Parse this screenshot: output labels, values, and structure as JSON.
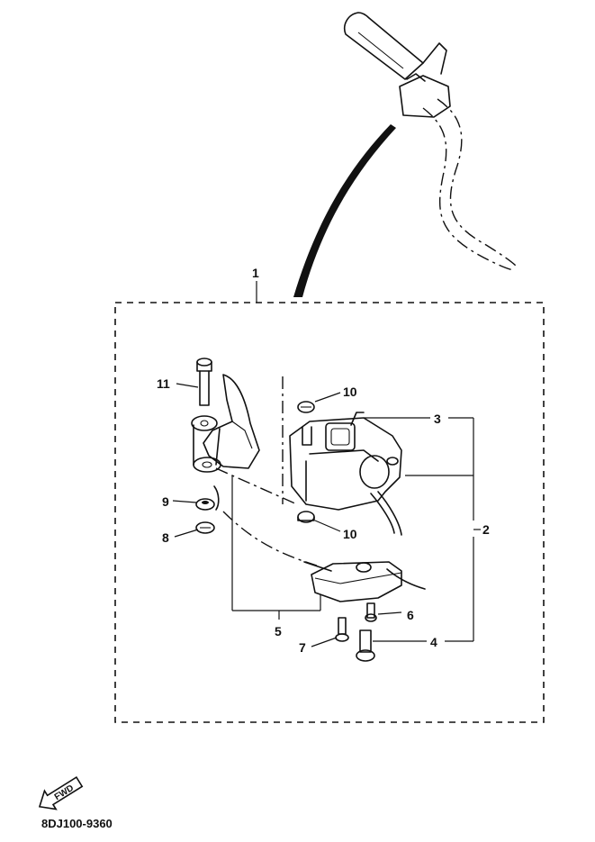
{
  "callouts": {
    "c1": "1",
    "c2": "2",
    "c3": "3",
    "c4": "4",
    "c5": "5",
    "c6": "6",
    "c7": "7",
    "c8": "8",
    "c9": "9",
    "c10a": "10",
    "c10b": "10",
    "c11": "11"
  },
  "fwd_label": "FWD",
  "diagram_code": "8DJ100-9360",
  "icons": [
    "fwd-arrow-icon"
  ]
}
